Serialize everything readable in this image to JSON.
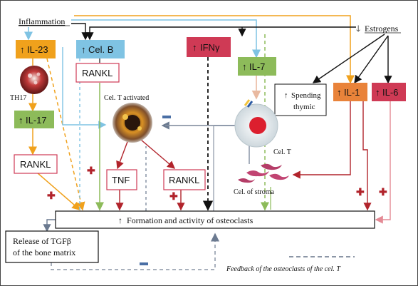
{
  "nodes": {
    "inflammation": "Inflammation",
    "estrogens": "Estrogens",
    "il23": "IL-23",
    "celb": "Cel. B",
    "ifng": "IFNγ",
    "il7": "IL-7",
    "il1": "IL-1",
    "il6": "IL-6",
    "th17": "TH17",
    "il17": "IL-17",
    "rankl_b": "RANKL",
    "rankl_17": "RANKL",
    "tnf": "TNF",
    "rankl_t": "RANKL",
    "cel_t_activated": "Cel. T activated",
    "spending_thymic_1": "Spending",
    "spending_thymic_2": "thymic",
    "cel_t": "Cel. T",
    "cel_stroma": "Cel. of stroma",
    "formation": "Formation and activity of osteoclasts",
    "release_1": "Release of TGFβ",
    "release_2": "of the bone matrix",
    "feedback": "Feedback of the osteoclasts of the cel. T"
  },
  "colors": {
    "orange": "#f0a11c",
    "blue": "#7fc3e3",
    "red": "#cf3a55",
    "green": "#8dbb5a",
    "il1_orange": "#e9833a",
    "darkred": "#b1232b",
    "gray": "#888888"
  }
}
